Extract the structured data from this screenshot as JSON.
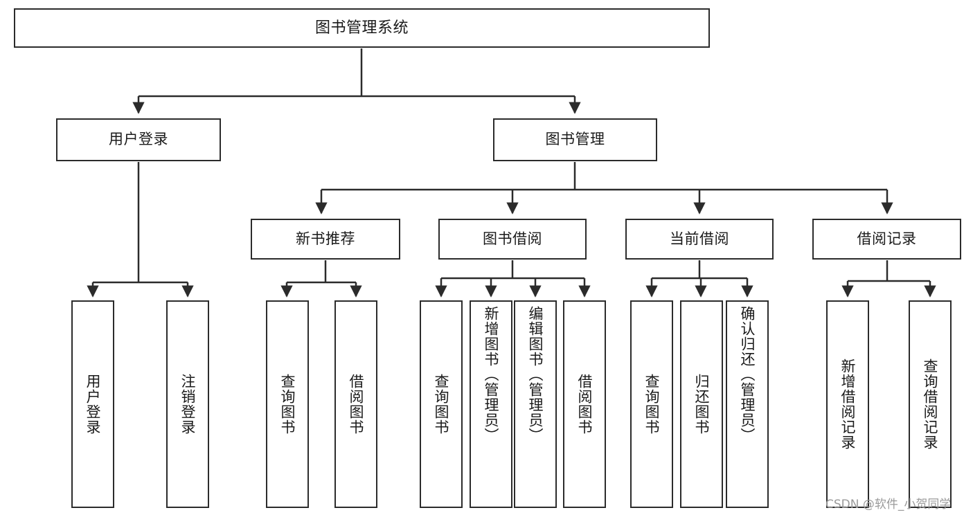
{
  "diagram": {
    "title": "图书管理系统",
    "type": "tree",
    "orientation": "top-down",
    "colors": {
      "node_border": "#2b2b2b",
      "node_fill": "#ffffff",
      "edge": "#2b2b2b",
      "text": "#1a1a1a",
      "watermark": "#9a9a9a",
      "background": "#ffffff"
    },
    "nodes": {
      "root": {
        "label": "图书管理系统"
      },
      "level2": [
        {
          "id": "user-login",
          "label": "用户登录"
        },
        {
          "id": "book-manage",
          "label": "图书管理"
        }
      ],
      "level3": [
        {
          "id": "new-book-recommend",
          "label": "新书推荐"
        },
        {
          "id": "book-borrow",
          "label": "图书借阅"
        },
        {
          "id": "current-borrow",
          "label": "当前借阅"
        },
        {
          "id": "borrow-record",
          "label": "借阅记录"
        }
      ],
      "leaves": {
        "user-login": [
          {
            "id": "leaf-user-login",
            "label": "用户登录"
          },
          {
            "id": "leaf-logout",
            "label": "注销登录"
          }
        ],
        "new-book-recommend": [
          {
            "id": "leaf-query-book-1",
            "label": "查询图书"
          },
          {
            "id": "leaf-borrow-book-1",
            "label": "借阅图书"
          }
        ],
        "book-borrow": [
          {
            "id": "leaf-query-book-2",
            "label": "查询图书"
          },
          {
            "id": "leaf-add-book",
            "label": "新增图书（管理员）"
          },
          {
            "id": "leaf-edit-book",
            "label": "编辑图书（管理员）"
          },
          {
            "id": "leaf-borrow-book-2",
            "label": "借阅图书"
          }
        ],
        "current-borrow": [
          {
            "id": "leaf-query-book-3",
            "label": "查询图书"
          },
          {
            "id": "leaf-return-book",
            "label": "归还图书"
          },
          {
            "id": "leaf-confirm-return",
            "label": "确认归还（管理员）"
          }
        ],
        "borrow-record": [
          {
            "id": "leaf-add-record",
            "label": "新增借阅记录"
          },
          {
            "id": "leaf-query-record",
            "label": "查询借阅记录"
          }
        ]
      }
    },
    "watermark": "CSDN @软件_小贺同学"
  }
}
